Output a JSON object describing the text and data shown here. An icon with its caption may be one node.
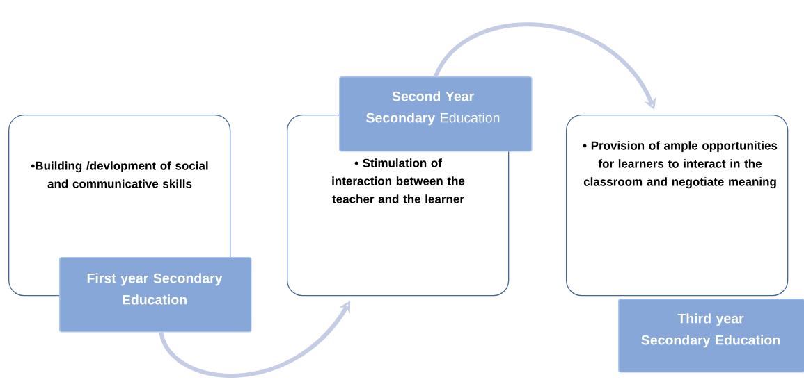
{
  "diagram": {
    "nodes": [
      {
        "text": [
          "•Building /devlopment of social and communicative skills"
        ]
      },
      {
        "text": [
          "First year Secondary Education"
        ]
      },
      {
        "text": [
          "• Stimulation of interaction between the teacher and the learner"
        ]
      },
      {
        "text": [
          "**Second Year Secondary** Education"
        ]
      },
      {
        "text": [
          "• Provision of  ample opportunities for learners to interact in the classroom and negotiate meaning"
        ]
      },
      {
        "text": [
          "Third year Secondary Education"
        ]
      }
    ],
    "edges": [
      {
        "from": 1,
        "to": 2,
        "arrow": "to"
      },
      {
        "from": 3,
        "to": 4,
        "arrow": "to"
      }
    ]
  }
}
